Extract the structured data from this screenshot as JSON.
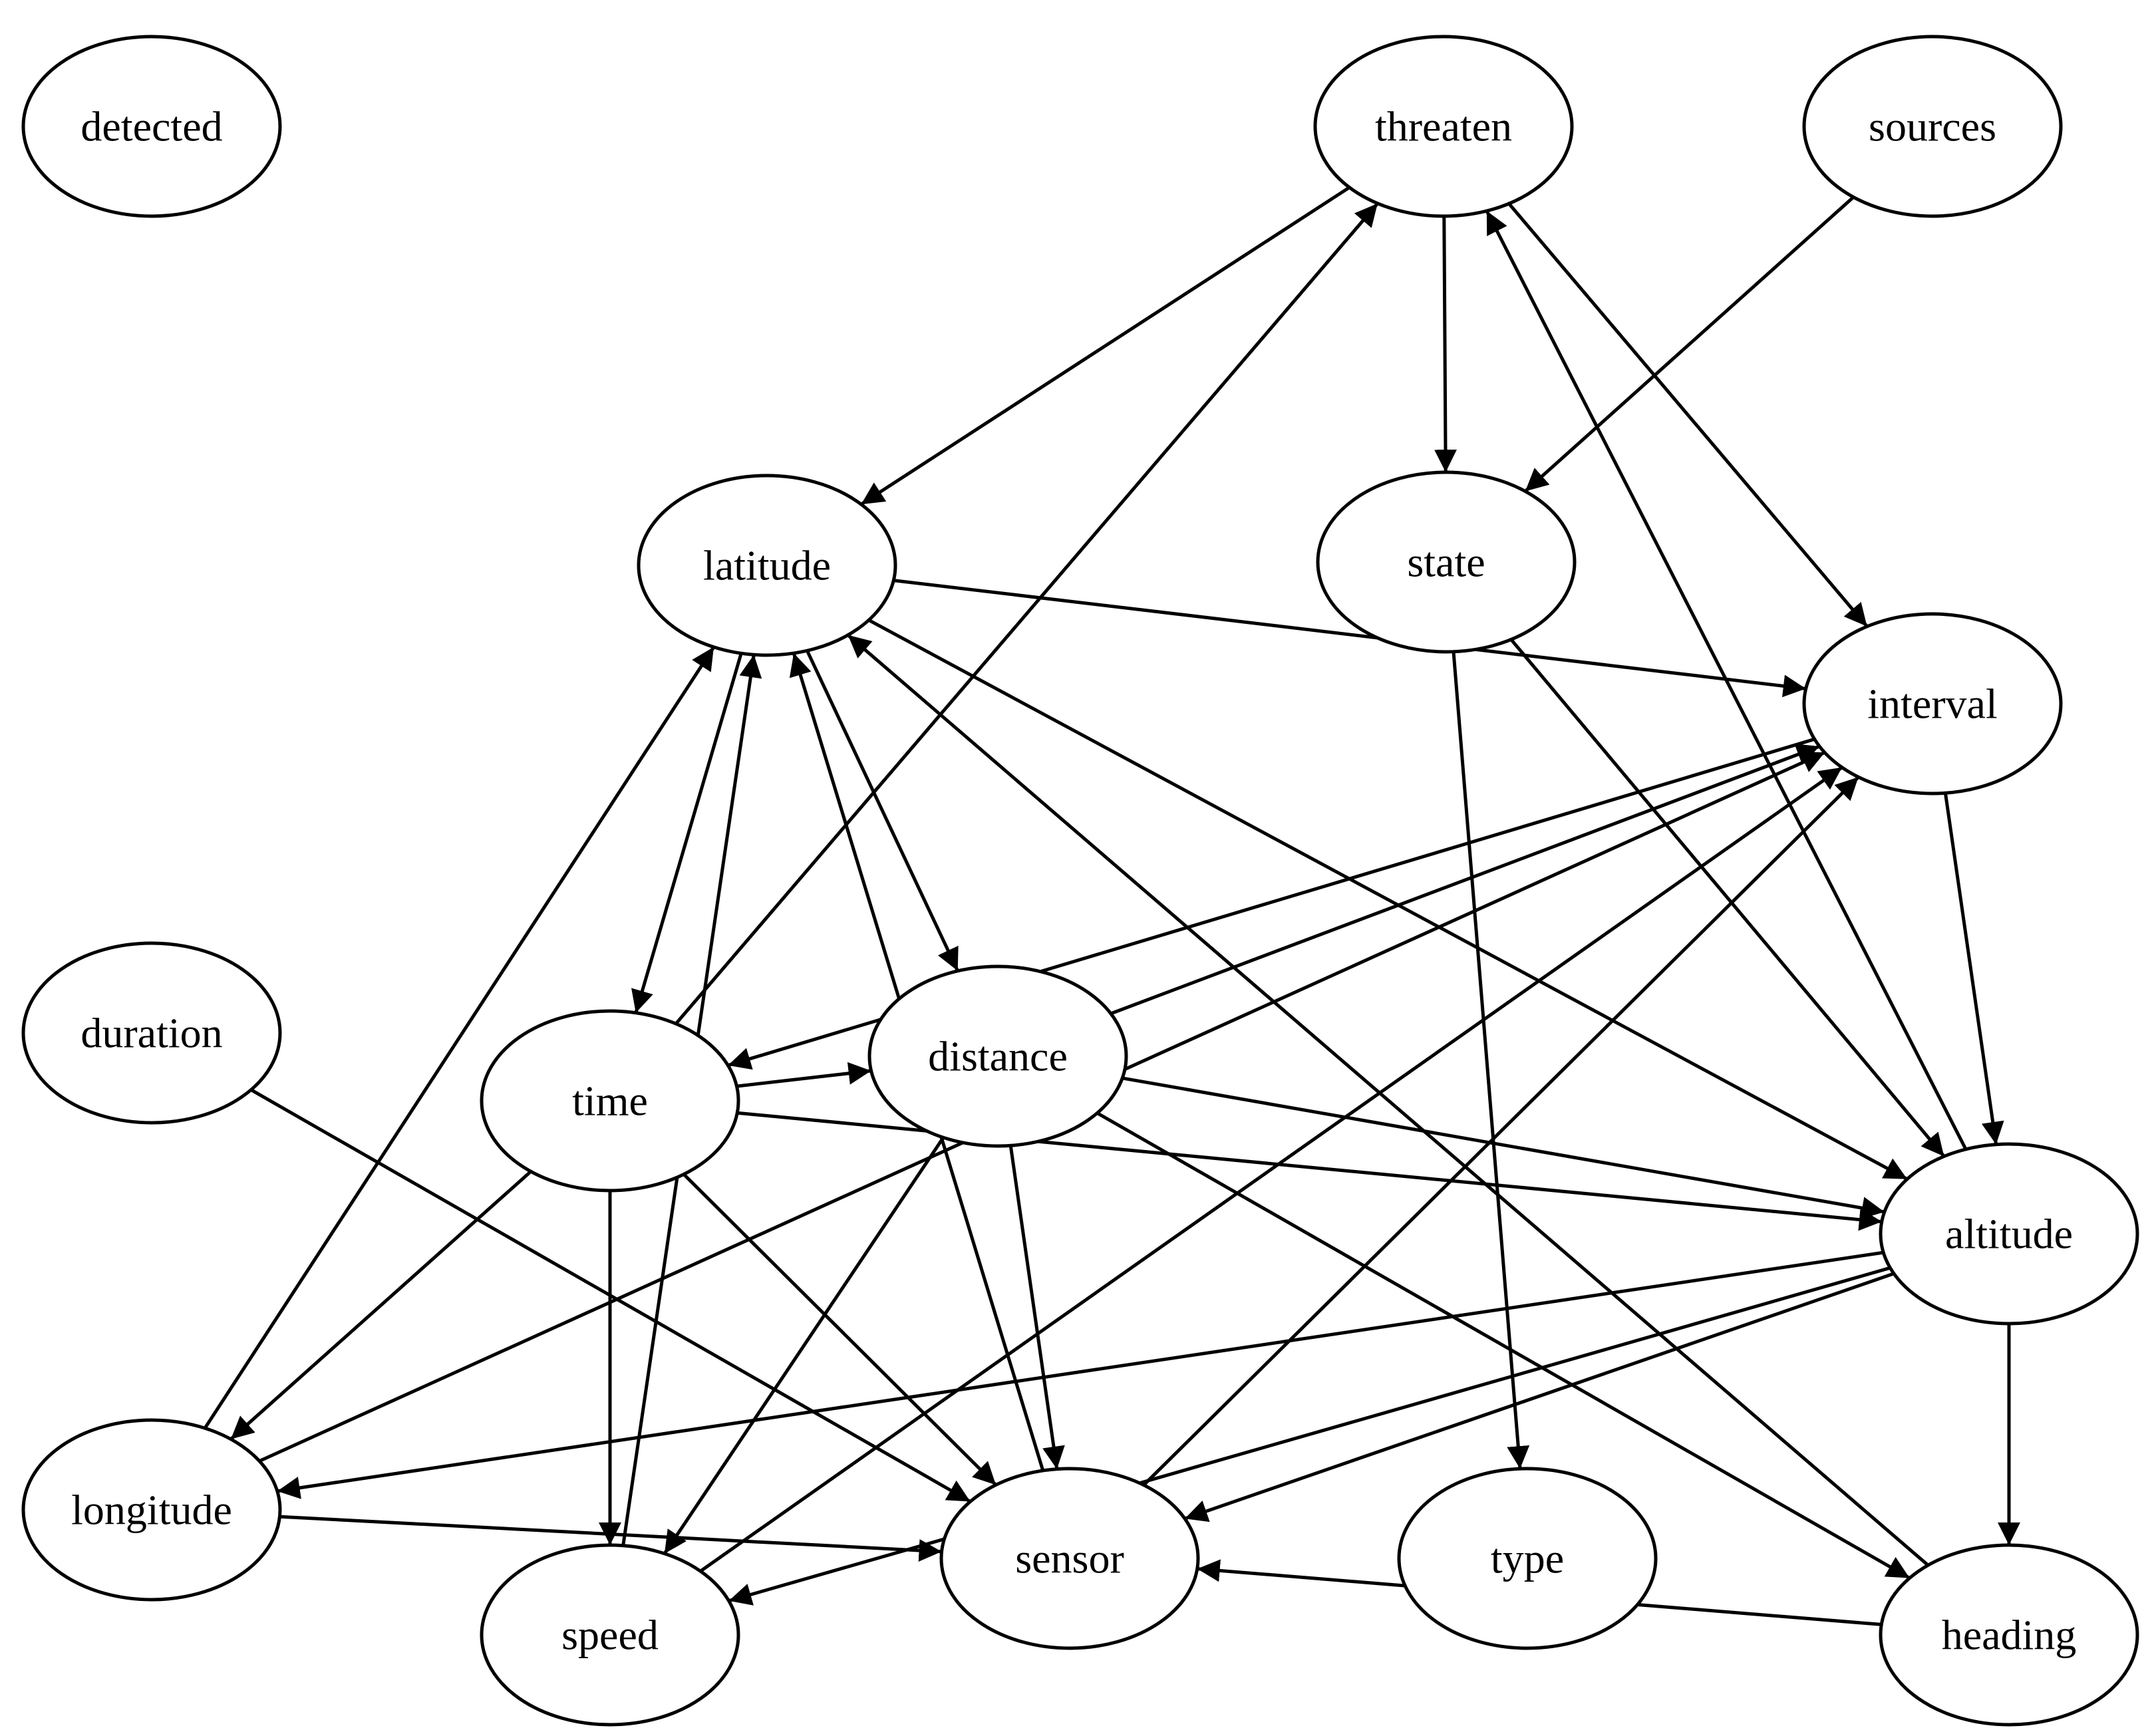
{
  "graph": {
    "directed": true,
    "nodes": [
      {
        "id": "detected",
        "label": "detected"
      },
      {
        "id": "threaten",
        "label": "threaten"
      },
      {
        "id": "sources",
        "label": "sources"
      },
      {
        "id": "latitude",
        "label": "latitude"
      },
      {
        "id": "state",
        "label": "state"
      },
      {
        "id": "interval",
        "label": "interval"
      },
      {
        "id": "duration",
        "label": "duration"
      },
      {
        "id": "time",
        "label": "time"
      },
      {
        "id": "distance",
        "label": "distance"
      },
      {
        "id": "altitude",
        "label": "altitude"
      },
      {
        "id": "longitude",
        "label": "longitude"
      },
      {
        "id": "sensor",
        "label": "sensor"
      },
      {
        "id": "type",
        "label": "type"
      },
      {
        "id": "speed",
        "label": "speed"
      },
      {
        "id": "heading",
        "label": "heading"
      }
    ],
    "edges": [
      {
        "from": "threaten",
        "to": "latitude"
      },
      {
        "from": "threaten",
        "to": "state"
      },
      {
        "from": "threaten",
        "to": "interval"
      },
      {
        "from": "sources",
        "to": "state"
      },
      {
        "from": "time",
        "to": "threaten"
      },
      {
        "from": "altitude",
        "to": "threaten"
      },
      {
        "from": "latitude",
        "to": "interval"
      },
      {
        "from": "latitude",
        "to": "time"
      },
      {
        "from": "latitude",
        "to": "distance"
      },
      {
        "from": "latitude",
        "to": "altitude"
      },
      {
        "from": "longitude",
        "to": "latitude"
      },
      {
        "from": "speed",
        "to": "latitude"
      },
      {
        "from": "sensor",
        "to": "latitude"
      },
      {
        "from": "heading",
        "to": "latitude"
      },
      {
        "from": "state",
        "to": "type"
      },
      {
        "from": "state",
        "to": "altitude"
      },
      {
        "from": "interval",
        "to": "time"
      },
      {
        "from": "interval",
        "to": "altitude"
      },
      {
        "from": "distance",
        "to": "interval"
      },
      {
        "from": "longitude",
        "to": "interval"
      },
      {
        "from": "sensor",
        "to": "interval"
      },
      {
        "from": "speed",
        "to": "interval"
      },
      {
        "from": "time",
        "to": "distance"
      },
      {
        "from": "time",
        "to": "altitude"
      },
      {
        "from": "time",
        "to": "longitude"
      },
      {
        "from": "time",
        "to": "speed"
      },
      {
        "from": "time",
        "to": "sensor"
      },
      {
        "from": "distance",
        "to": "altitude"
      },
      {
        "from": "distance",
        "to": "speed"
      },
      {
        "from": "distance",
        "to": "sensor"
      },
      {
        "from": "distance",
        "to": "heading"
      },
      {
        "from": "duration",
        "to": "sensor"
      },
      {
        "from": "altitude",
        "to": "longitude"
      },
      {
        "from": "altitude",
        "to": "speed"
      },
      {
        "from": "altitude",
        "to": "sensor"
      },
      {
        "from": "altitude",
        "to": "heading"
      },
      {
        "from": "longitude",
        "to": "sensor"
      },
      {
        "from": "heading",
        "to": "sensor"
      }
    ]
  }
}
